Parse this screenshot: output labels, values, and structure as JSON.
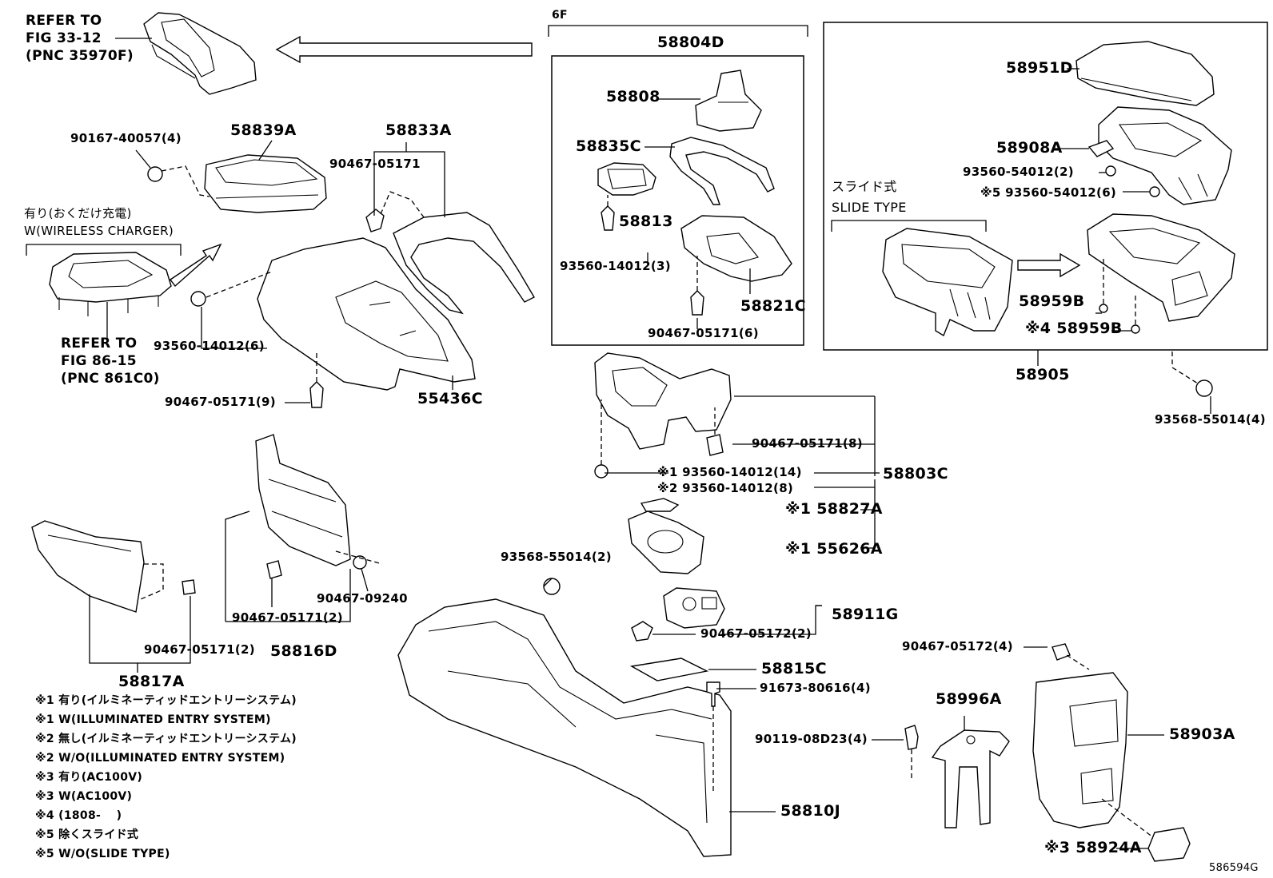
{
  "diagram_id": "586594G",
  "bracket_label": "6F",
  "refer_fig_33": [
    "REFER TO",
    "FIG 33-12",
    "(PNC 35970F)"
  ],
  "refer_fig_86": [
    "REFER TO",
    "FIG 86-15",
    "(PNC 861C0)"
  ],
  "wireless_charger": [
    "有り(おくだけ充電)",
    "W(WIRELESS CHARGER)"
  ],
  "slide_type": [
    "スライド式",
    "SLIDE TYPE"
  ],
  "labels": {
    "p58804D": "58804D",
    "p58808": "58808",
    "p58835C": "58835C",
    "p58813": "58813",
    "p93560_14012_3": "93560-14012(3)",
    "p58821C": "58821C",
    "p90467_05171_6": "90467-05171(6)",
    "p58951D": "58951D",
    "p58908A": "58908A",
    "p93560_54012_2": "93560-54012(2)",
    "p93560_54012_6": "※5 93560-54012(6)",
    "p58959B_a": "58959B",
    "p58959B_b": "※4 58959B",
    "p58905": "58905",
    "p93568_55014_4": "93568-55014(4)",
    "p90167_40057_4": "90167-40057(4)",
    "p58839A": "58839A",
    "p58833A": "58833A",
    "p90467_05171": "90467-05171",
    "p93560_14012_6": "93560-14012(6)",
    "p90467_05171_9": "90467-05171(9)",
    "p55436C": "55436C",
    "p90467_05171_8": "90467-05171(8)",
    "p93560_14012_14": "※1 93560-14012(14)",
    "p93560_14012_8": "※2 93560-14012(8)",
    "p58803C": "58803C",
    "p58827A": "※1 58827A",
    "p55626A": "※1 55626A",
    "p93568_55014_2": "93568-55014(2)",
    "p90467_09240": "90467-09240",
    "p90467_05171_2a": "90467-05171(2)",
    "p58816D": "58816D",
    "p90467_05171_2b": "90467-05171(2)",
    "p58817A": "58817A",
    "p58911G": "58911G",
    "p90467_05172_2": "90467-05172(2)",
    "p58815C": "58815C",
    "p91673_80616_4": "91673-80616(4)",
    "p90467_05172_4": "90467-05172(4)",
    "p58996A": "58996A",
    "p90119_08D23_4": "90119-08D23(4)",
    "p58903A": "58903A",
    "p58810J": "58810J",
    "p58924A": "※3 58924A"
  },
  "notes": [
    "※1 有り(イルミネーティッドエントリーシステム)",
    "※1 W(ILLUMINATED ENTRY SYSTEM)",
    "※2 無し(イルミネーティッドエントリーシステム)",
    "※2 W/O(ILLUMINATED ENTRY SYSTEM)",
    "※3 有り(AC100V)",
    "※3 W(AC100V)",
    "※4 (1808-　 )",
    "※5 除くスライド式",
    "※5 W/O(SLIDE TYPE)"
  ]
}
